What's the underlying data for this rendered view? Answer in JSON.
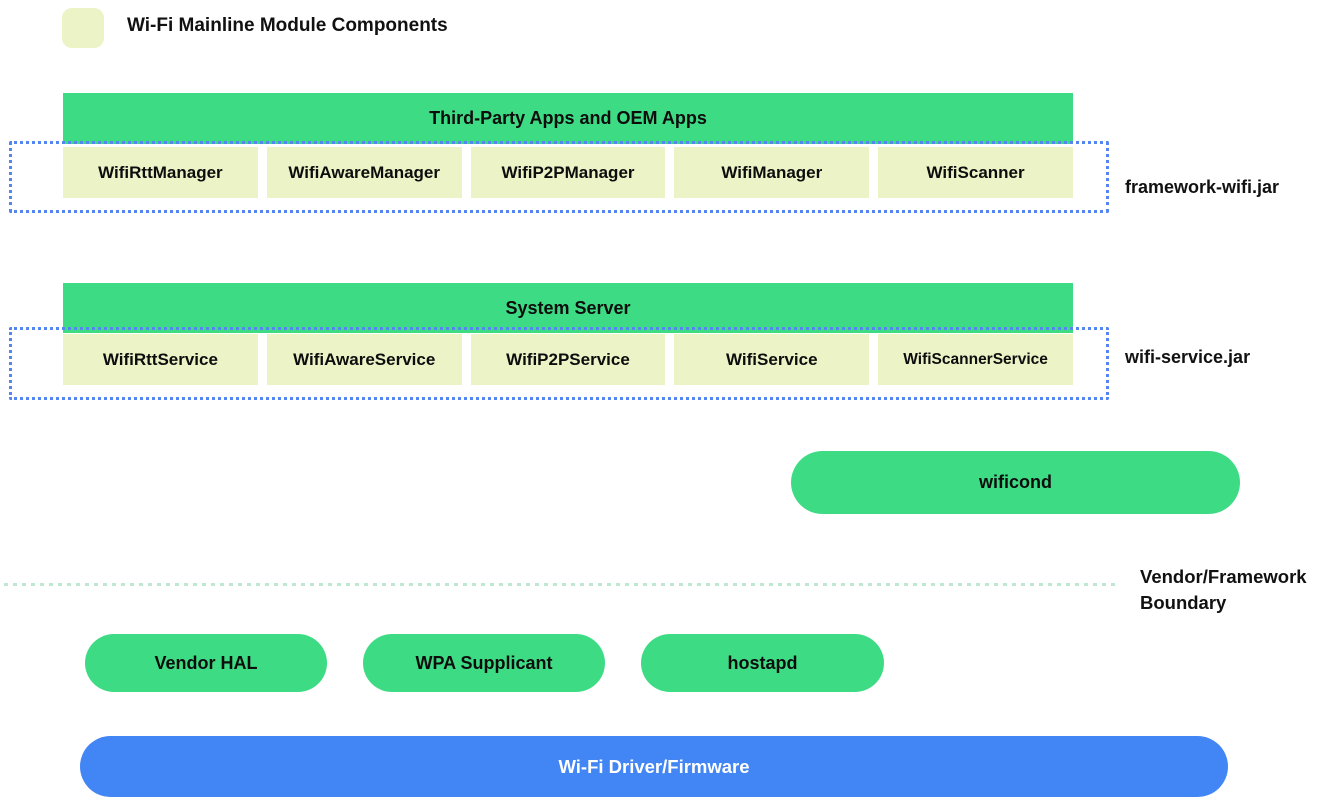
{
  "legend": {
    "swatch_icon": "mainline-module-swatch",
    "title": "Wi-Fi Mainline Module Components"
  },
  "sections": [
    {
      "header": "Third-Party Apps and OEM Apps",
      "boxes": [
        "WifiRttManager",
        "WifiAwareManager",
        "WifiP2PManager",
        "WifiManager",
        "WifiScanner"
      ],
      "jar_label": "framework-wifi.jar"
    },
    {
      "header": "System Server",
      "boxes": [
        "WifiRttService",
        "WifiAwareService",
        "WifiP2PService",
        "WifiService",
        "WifiScannerService"
      ],
      "jar_label": "wifi-service.jar"
    }
  ],
  "wificond_label": "wificond",
  "boundary_label": "Vendor/Framework\nBoundary",
  "vendor_pills": [
    "Vendor HAL",
    "WPA Supplicant",
    "hostapd"
  ],
  "driver_label": "Wi-Fi Driver/Firmware",
  "colors": {
    "module_green": "#3ddc84",
    "module_chartreuse": "#ebf3c7",
    "jar_dotted_blue": "#5585f0",
    "boundary_mint": "#bfe7d1",
    "driver_blue": "#4285f4",
    "text_black": "#0d0d0d",
    "driver_text_white": "#ffffff"
  }
}
